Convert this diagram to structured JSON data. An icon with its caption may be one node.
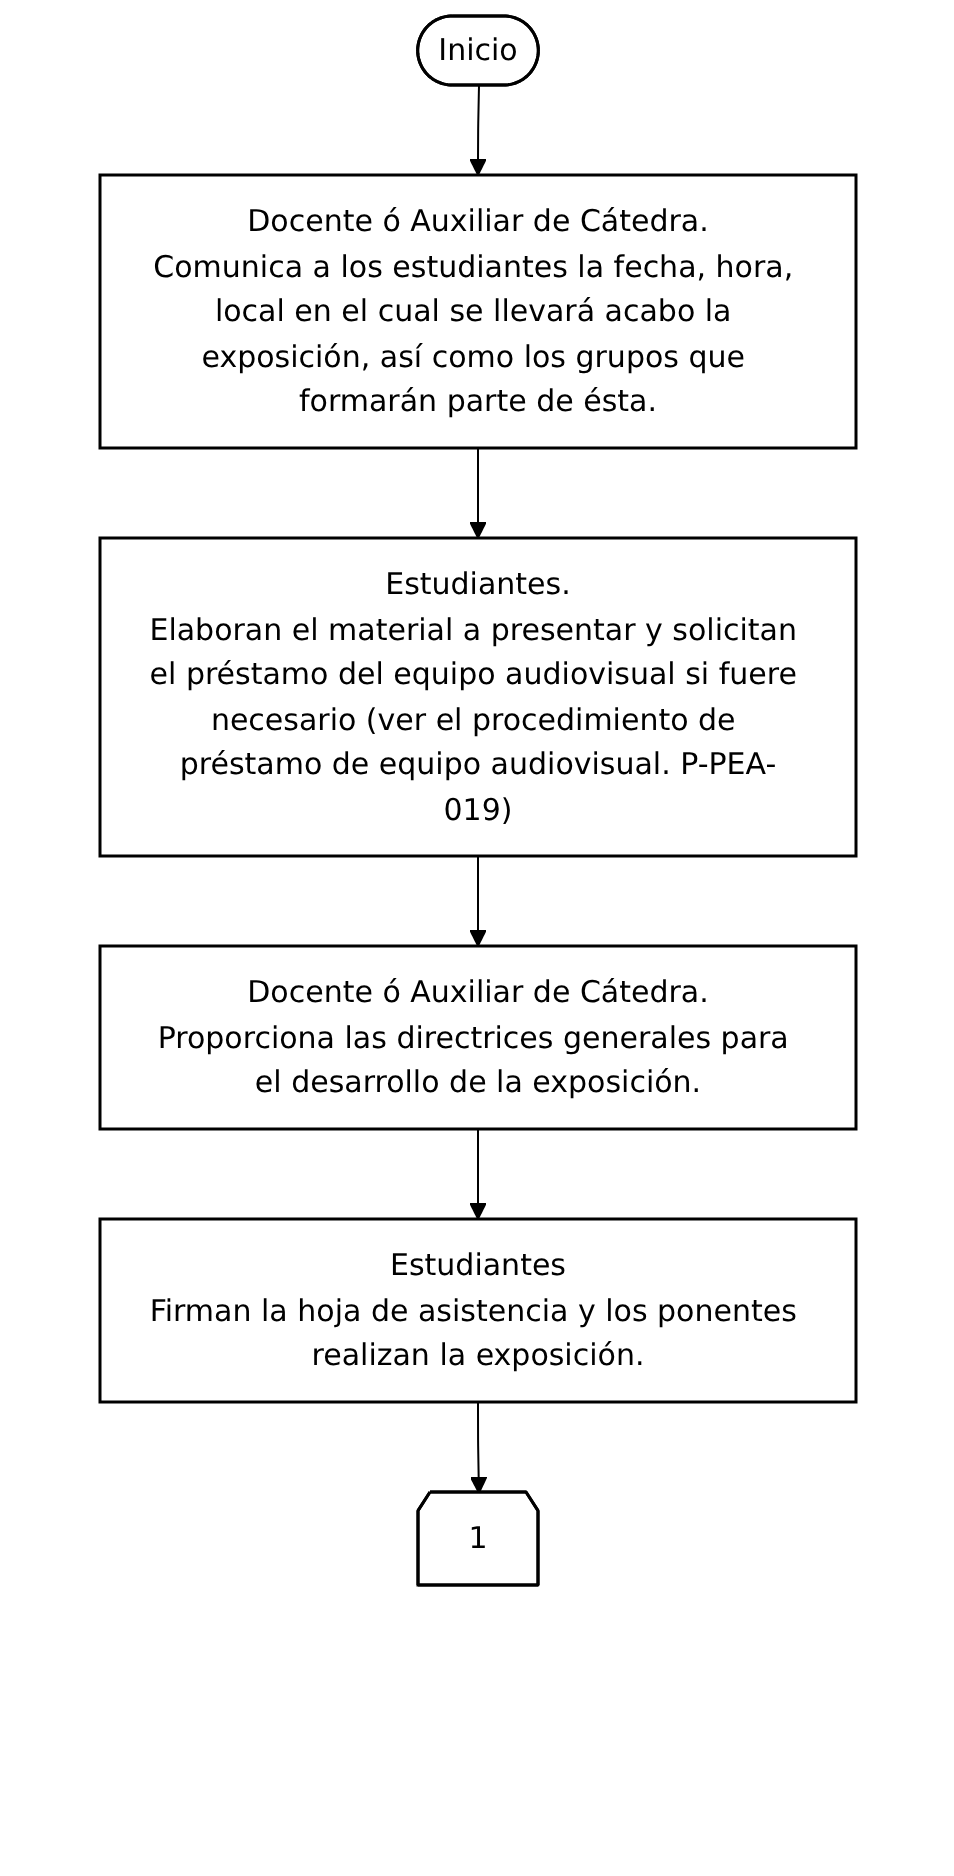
{
  "diagram": {
    "nodes": [
      {
        "text": [
          "Inicio"
        ]
      },
      {
        "text": [
          "Docente ó Auxiliar de Cátedra.",
          "Comunica a los estudiantes la fecha, hora, local en el cual se llevará acabo la exposición, así como los grupos que formarán parte de ésta."
        ]
      },
      {
        "text": [
          "Estudiantes.",
          "Elaboran el material a presentar y solicitan el préstamo del equipo audiovisual si fuere necesario (ver el procedimiento de préstamo de equipo audiovisual. P-PEA-019)"
        ]
      },
      {
        "text": [
          "Docente ó Auxiliar de Cátedra.",
          "Proporciona las directrices generales para el desarrollo de la exposición."
        ]
      },
      {
        "text": [
          "Estudiantes",
          "Firman la hoja de asistencia y los ponentes realizan la exposición."
        ]
      },
      {
        "text": [
          "1"
        ]
      }
    ],
    "edges": [
      {
        "from": 0,
        "to": 1,
        "arrow": "to"
      },
      {
        "from": 1,
        "to": 2,
        "arrow": "to"
      },
      {
        "from": 2,
        "to": 3,
        "arrow": "to"
      },
      {
        "from": 3,
        "to": 4,
        "arrow": "to"
      },
      {
        "from": 4,
        "to": 5,
        "arrow": "to"
      }
    ]
  }
}
